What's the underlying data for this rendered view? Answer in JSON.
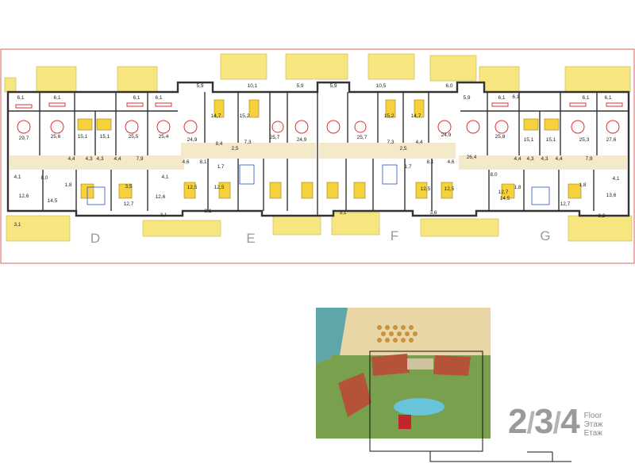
{
  "plan": {
    "sections": [
      {
        "label": "D"
      },
      {
        "label": "E"
      },
      {
        "label": "F"
      },
      {
        "label": "G"
      }
    ],
    "room_labels": [
      "6,1",
      "6,1",
      "29,7",
      "25,6",
      "15,1",
      "15,1",
      "25,5",
      "25,4",
      "6,1",
      "6,1",
      "4,1",
      "8,0",
      "12,6",
      "14,5",
      "4,4",
      "4,3",
      "4,3",
      "4,4",
      "7,9",
      "12,7",
      "12,6",
      "4,1",
      "1,8",
      "3,5",
      "3,1",
      "3,1",
      "5,9",
      "10,1",
      "5,9",
      "14,7",
      "15,2",
      "24,9",
      "25,7",
      "8,4",
      "7,3",
      "2,5",
      "4,6",
      "8,1",
      "1,7",
      "12,5",
      "12,5",
      "3,1",
      "5,9",
      "10,5",
      "6,0",
      "24,9",
      "25,7",
      "7,3",
      "15,2",
      "14,7",
      "2,5",
      "4,4",
      "24,9",
      "8,1",
      "4,6",
      "1,7",
      "12,5",
      "12,5",
      "3,1",
      "3,6",
      "5,9",
      "6,1",
      "6,1",
      "6,1",
      "6,1",
      "25,8",
      "15,1",
      "15,1",
      "25,3",
      "27,6",
      "26,4",
      "8,0",
      "12,7",
      "4,4",
      "4,3",
      "4,3",
      "4,4",
      "7,9",
      "14,5",
      "12,7",
      "13,6",
      "4,1",
      "1,8",
      "1,8",
      "3,2"
    ]
  },
  "floor_badge": {
    "numbers": [
      "2",
      "3",
      "4"
    ],
    "words": [
      "Floor",
      "Этаж",
      "Етаж"
    ]
  },
  "colors": {
    "wall": "#333333",
    "furniture_red": "#e03030",
    "sofa_yellow": "#f5d23c",
    "balcony_yellow": "#f7e680",
    "beige": "#f4e9c8",
    "dim_blue": "#3050c0",
    "sea_sand": "#e9d6a6",
    "pool": "#68c4d8",
    "roof": "#b4523a",
    "grass": "#79a04c"
  }
}
